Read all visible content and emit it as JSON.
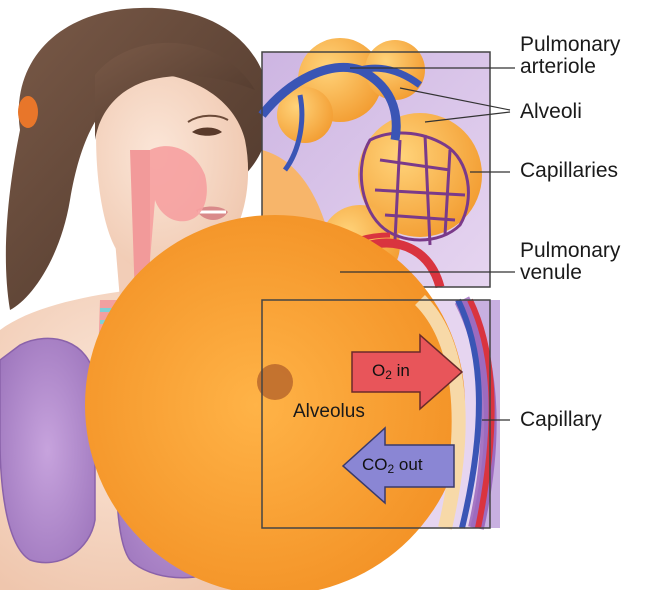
{
  "labels": {
    "pulmonary_arteriole_line1": "Pulmonary",
    "pulmonary_arteriole_line2": "arteriole",
    "alveoli": "Alveoli",
    "capillaries": "Capillaries",
    "pulmonary_venule_line1": "Pulmonary",
    "pulmonary_venule_line2": "venule",
    "capillary": "Capillary",
    "alveolus": "Alveolus"
  },
  "arrows": {
    "o2_in": {
      "prefix": "O",
      "sub": "2",
      "suffix": " in"
    },
    "co2_out": {
      "prefix": "CO",
      "sub": "2",
      "suffix": " out"
    }
  },
  "colors": {
    "lung": "#b48ccf",
    "alveolus": "#f4a23c",
    "artery_blue": "#3a55b5",
    "vein_red": "#d9343f",
    "o2_arrow": "#e8555a",
    "co2_arrow": "#8a86d4",
    "inset_border": "#444444"
  }
}
